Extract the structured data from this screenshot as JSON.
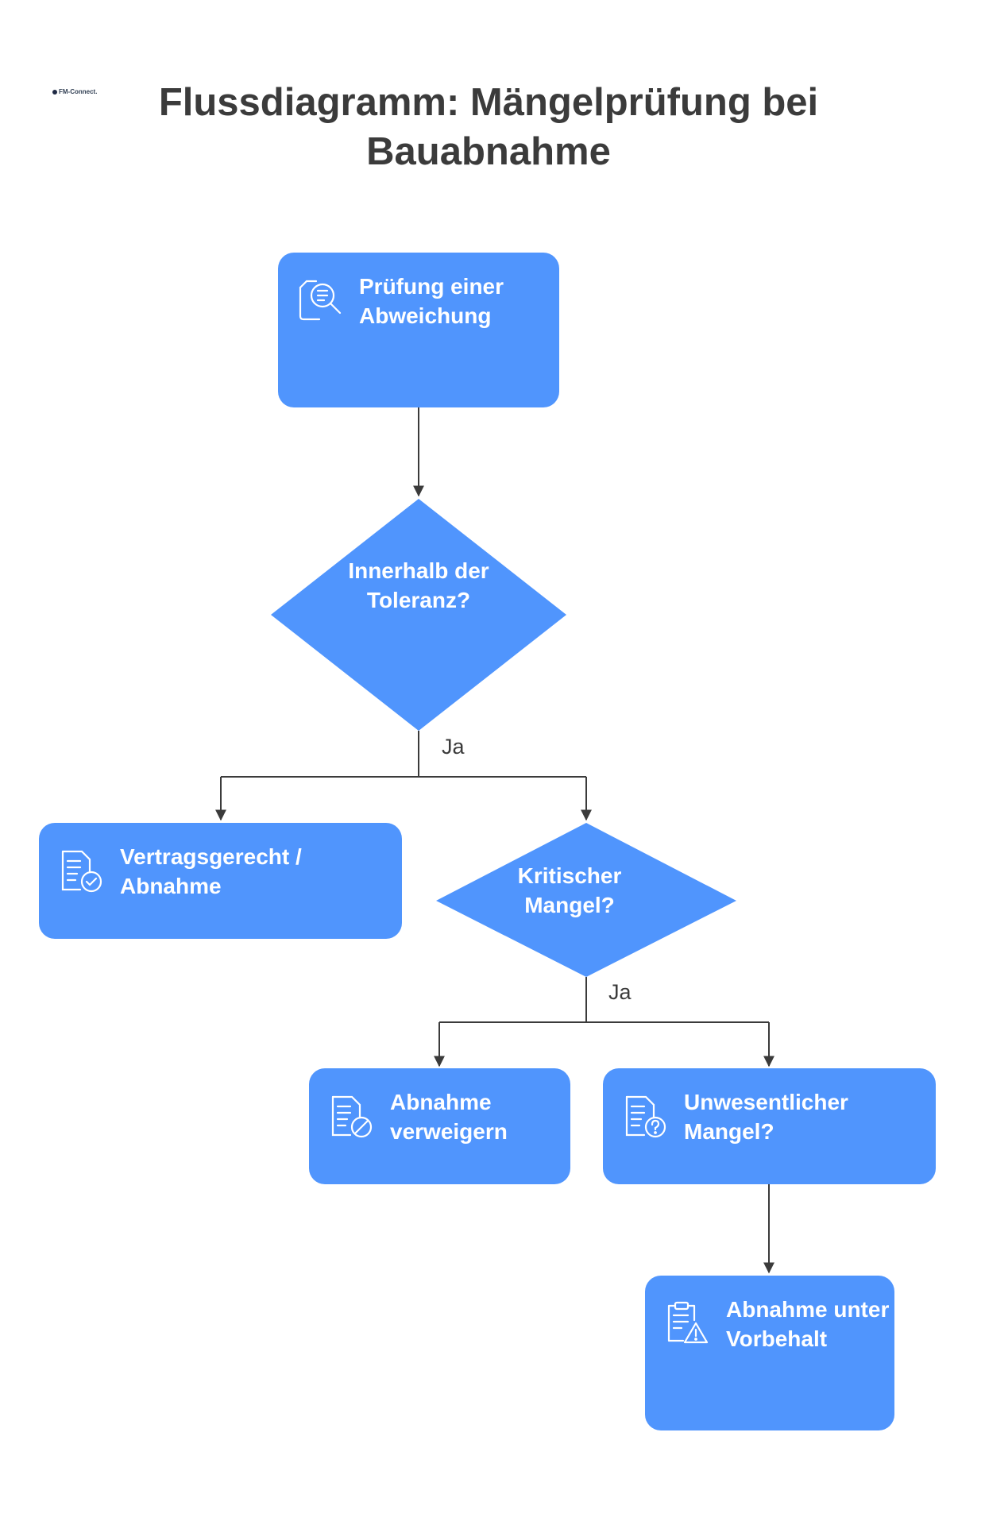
{
  "logo": {
    "text": "FM-Connect.com"
  },
  "title": "Flussdiagramm: Mängelprüfung bei\nBauabnahme",
  "nodes": {
    "pruefung": {
      "label": "Prüfung einer\nAbweichung",
      "icon": "search-document-icon"
    },
    "toleranz": {
      "label": "Innerhalb der\nToleranz?"
    },
    "vertragsgerecht": {
      "label": "Vertragsgerecht /\nAbnahme",
      "icon": "document-check-icon"
    },
    "kritisch": {
      "label": "Kritischer\nMangel?"
    },
    "verweigern": {
      "label": "Abnahme\nverweigern",
      "icon": "document-block-icon"
    },
    "unwesentlich": {
      "label": "Unwesentlicher\nMangel?",
      "icon": "document-question-icon"
    },
    "vorbehalt": {
      "label": "Abnahme unter\nVorbehalt",
      "icon": "clipboard-warning-icon"
    }
  },
  "edges": {
    "ja_1": "Ja",
    "ja_2": "Ja"
  },
  "colors": {
    "node_fill": "#5095fd",
    "edge": "#3b3b3b",
    "title": "#3b3b3b"
  }
}
